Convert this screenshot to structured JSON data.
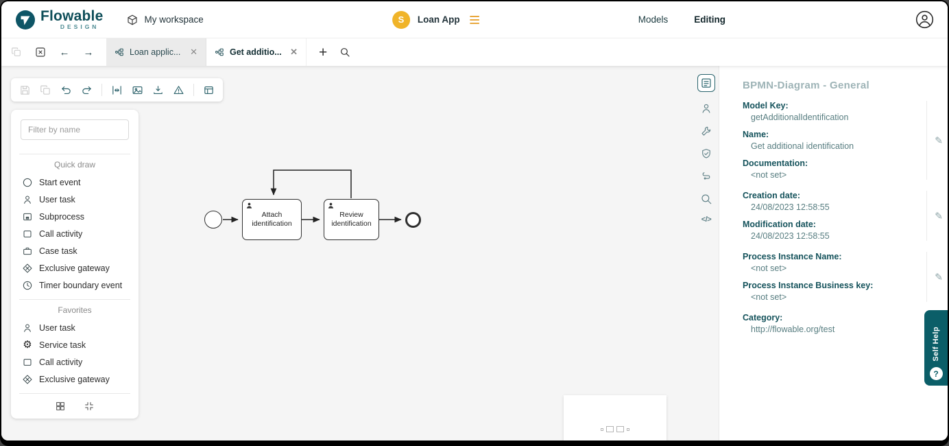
{
  "header": {
    "brand": "Flowable",
    "brand_sub": "DESIGN",
    "workspace": "My workspace",
    "app_initial": "S",
    "app_name": "Loan App",
    "nav_models": "Models",
    "nav_editing": "Editing"
  },
  "tabs": {
    "tab1": "Loan applic...",
    "tab2": "Get additio..."
  },
  "palette": {
    "filter_placeholder": "Filter by name",
    "quickdraw_title": "Quick draw",
    "quickdraw": [
      "Start event",
      "User task",
      "Subprocess",
      "Call activity",
      "Case task",
      "Exclusive gateway",
      "Timer boundary event"
    ],
    "favorites_title": "Favorites",
    "favorites": [
      "User task",
      "Service task",
      "Call activity",
      "Exclusive gateway"
    ]
  },
  "diagram": {
    "task1": "Attach identification",
    "task2": "Review identification"
  },
  "properties": {
    "title": "BPMN-Diagram - General",
    "fields": [
      {
        "label": "Model Key:",
        "value": "getAdditionalIdentification"
      },
      {
        "label": "Name:",
        "value": "Get additional identification"
      },
      {
        "label": "Documentation:",
        "value": "<not set>"
      },
      {
        "label": "Creation date:",
        "value": "24/08/2023 12:58:55"
      },
      {
        "label": "Modification date:",
        "value": "24/08/2023 12:58:55"
      },
      {
        "label": "Process Instance Name:",
        "value": "<not set>"
      },
      {
        "label": "Process Instance Business key:",
        "value": "<not set>"
      },
      {
        "label": "Category:",
        "value": "http://flowable.org/test"
      }
    ]
  },
  "selfhelp": {
    "label": "Self Help",
    "icon": "?"
  },
  "icons": {
    "code": "</>"
  },
  "colors": {
    "brand_teal": "#0E4E59",
    "accent_yellow": "#F0B429",
    "selfhelp_bg": "#0B5E68",
    "canvas_bg": "#f5f5f5"
  }
}
